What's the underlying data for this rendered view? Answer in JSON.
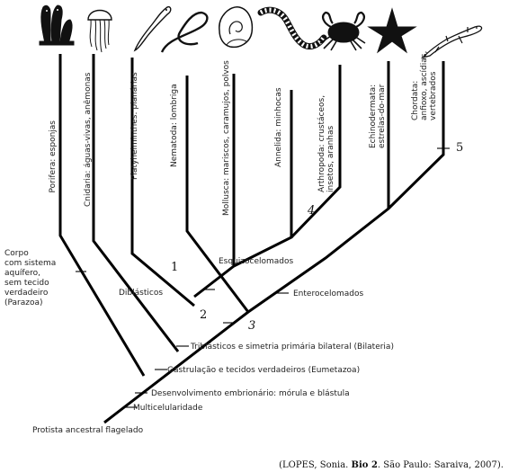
{
  "taxa": [
    {
      "id": "porifera",
      "lines": [
        "Porifera: esponjas"
      ],
      "icon": "sponge-icon"
    },
    {
      "id": "cnidaria",
      "lines": [
        "Cnidaria: águas-vivas, anêmonas"
      ],
      "icon": "jellyfish-icon"
    },
    {
      "id": "platyhelminthes",
      "lines": [
        "Platyhelminthes: planárias"
      ],
      "icon": "flatworm-icon"
    },
    {
      "id": "nematoda",
      "lines": [
        "Nematoda: lombriga"
      ],
      "icon": "roundworm-icon"
    },
    {
      "id": "mollusca",
      "lines": [
        "Mollusca: mariscos, caramujos, polvos"
      ],
      "icon": "snail-icon"
    },
    {
      "id": "annelida",
      "lines": [
        "Annelida: minhocas"
      ],
      "icon": "earthworm-icon"
    },
    {
      "id": "arthropoda",
      "lines": [
        "Arthropoda: crustáceos,",
        "insetos, aranhas"
      ],
      "icon": "crab-icon"
    },
    {
      "id": "echinodermata",
      "lines": [
        "Echinodermata:",
        "estrelas-do-mar"
      ],
      "icon": "starfish-icon"
    },
    {
      "id": "chordata",
      "lines": [
        "Chordata:",
        "anfioxo, ascídias,",
        "vertebrados"
      ],
      "icon": "lizard-icon"
    }
  ],
  "events": {
    "protista": "Protista ancestral flagelado",
    "multicelularidade": "Multicelularidade",
    "desenvolvimento": "Desenvolvimento embrionário: mórula e blástula",
    "gastrulacao": "Gastrulação e tecidos verdadeiros (Eumetazoa)",
    "triblasticos": "Triblásticos e simetria primária bilateral (Bilateria)",
    "enterocelomados": "Enterocelomados",
    "esquizocelomados": "Esquizocelomados",
    "diblasticos": "Diblásticos",
    "parazoa": [
      "Corpo",
      "com sistema",
      "aquífero,",
      "sem tecido",
      "verdadeiro",
      "(Parazoa)"
    ]
  },
  "markers": [
    "1",
    "2",
    "3",
    "4",
    "5"
  ],
  "credit": {
    "prefix": "(LOPES, Sonia. ",
    "bold": "Bio 2",
    "suffix": ". São Paulo: Saraiva, 2007)."
  }
}
